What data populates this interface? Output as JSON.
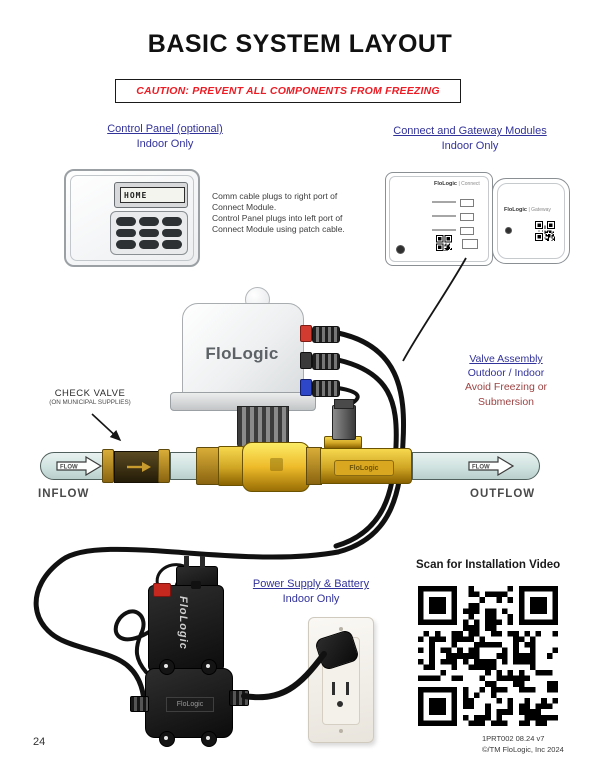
{
  "header": {
    "title": "BASIC SYSTEM LAYOUT",
    "caution": "CAUTION: PREVENT ALL COMPONENTS  FROM FREEZING"
  },
  "control_panel": {
    "label": "Control Panel (optional)",
    "sublabel": "Indoor Only",
    "display_text": "HOME"
  },
  "modules": {
    "label": "Connect and Gateway Modules",
    "sublabel": "Indoor Only",
    "connect_brand": "FloLogic",
    "connect_name": "| Connect",
    "gateway_brand": "FloLogic",
    "gateway_name": "| Gateway"
  },
  "notes": {
    "comm": "Comm cable plugs to right port of\nConnect Module.\nControl Panel plugs into left port of\nConnect Module using patch cable."
  },
  "valve_assembly": {
    "brand": "FloLogic",
    "label": "Valve Assembly",
    "sublabel": "Outdoor / Indoor",
    "warning_line1": "Avoid Freezing or",
    "warning_line2": "Submersion"
  },
  "check_valve": {
    "label": "CHECK VALVE",
    "sublabel": "(ON MUNICIPAL SUPPLIES)"
  },
  "pipe": {
    "inflow_label": "INFLOW",
    "outflow_label": "OUTFLOW",
    "flow_label": "FLOW",
    "sensor_brand": "FloLogic"
  },
  "power": {
    "label": "Power Supply & Battery",
    "sublabel": "Indoor Only",
    "battery_brand": "FloLogic",
    "box_brand": "FloLogic"
  },
  "video": {
    "caption": "Scan for Installation Video"
  },
  "footer": {
    "page_number": "24",
    "doc_code": "1PRT002  08.24 v7",
    "copyright": "©/TM FloLogic, Inc 2024"
  },
  "colors": {
    "link_navy": "#32329b",
    "caution_red": "#ed1c24",
    "warning_red": "#9c4343",
    "brass": "#d9a820",
    "pipe_fill": "#cfe2df"
  }
}
